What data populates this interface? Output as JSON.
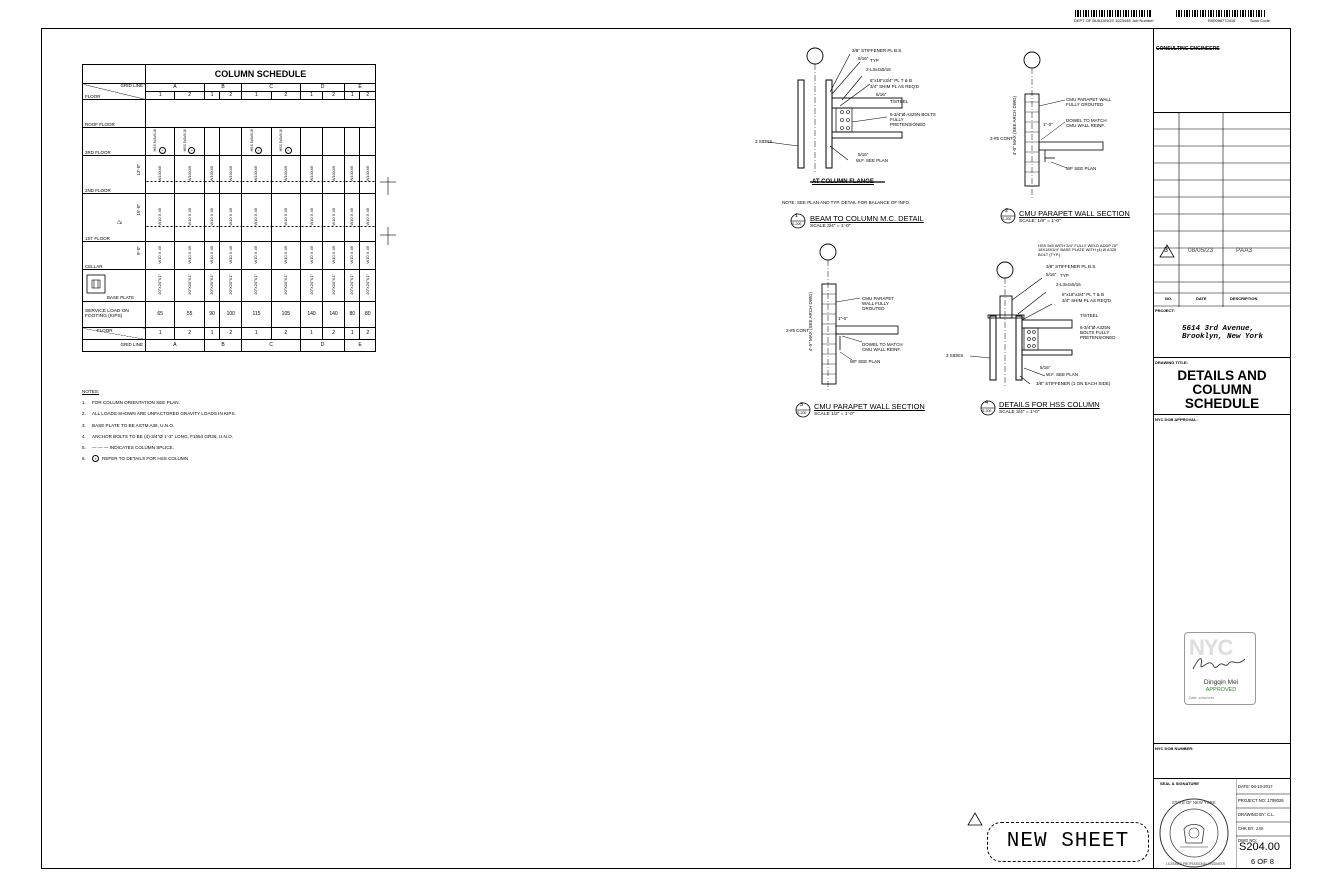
{
  "header": {
    "barcode_left_caption": "DEPT OF BUILDINGS 1023448",
    "barcode_left_label": "Job Number",
    "barcode_right_caption": "R00088772418",
    "barcode_right_label": "Scan Code"
  },
  "schedule": {
    "title": "COLUMN SCHEDULE",
    "grid_line_label": "GRID LINE",
    "floor_label": "FLOOR",
    "grid_letters": [
      "A",
      "B",
      "C",
      "D",
      "E"
    ],
    "sub_numbers": [
      "1",
      "2",
      "1",
      "2",
      "1",
      "2",
      "1",
      "2",
      "1",
      "2"
    ],
    "rows": {
      "roof": "ROOF FLOOR",
      "third": "3RD FLOOR",
      "second": "2ND FLOOR",
      "first": "1ST FLOOR",
      "cellar": "CELLAR",
      "base": "BASE PLATE",
      "service": "SERVICE LOAD ON FOOTING (KIPS)"
    },
    "hss_cells": [
      "HSS 5x5x5/16",
      "HSS 5x5x5/16",
      "",
      "",
      "HSS 5x5x5/16",
      "HSS 5x5x5/16",
      "",
      "",
      "",
      ""
    ],
    "second_floor_cells": [
      "W10X49",
      "W10X49",
      "W10X49",
      "W10X49",
      "W10X49",
      "W10X49",
      "W10X49",
      "W10X49",
      "W10X49",
      "W10X49"
    ],
    "first_floor_cells": [
      "W10 X 49",
      "W10 X 49",
      "W10 X 49",
      "W10 X 49",
      "W10 X 49",
      "W10 X 49",
      "W10 X 49",
      "W10 X 49",
      "W10 X 49",
      "W10 X 49"
    ],
    "cellar_cells": [
      "W10 X 49",
      "W10 X 49",
      "W10 X 49",
      "W10 X 49",
      "W10 X 49",
      "W10 X 49",
      "W10 X 49",
      "W10 X 49",
      "W10 X 49",
      "W10 X 49"
    ],
    "base_plate_cells": [
      "20\"X20\"X1\"",
      "20\"X20\"X1\"",
      "20\"X20\"X1\"",
      "20\"X20\"X1\"",
      "20\"X20\"X1\"",
      "20\"X20\"X1\"",
      "20\"X20\"X1\"",
      "20\"X20\"X1\"",
      "20\"X20\"X1\"",
      "20\"X20\"X1\""
    ],
    "service_loads": [
      "65",
      "55",
      "90",
      "100",
      "115",
      "105",
      "140",
      "140",
      "80",
      "80"
    ],
    "height_labels": [
      "13'-0\"",
      "15'-0\"",
      "9'-0\""
    ],
    "revision_mark": "2"
  },
  "notes": {
    "heading": "NOTES:",
    "items": [
      {
        "num": "1.",
        "text": "FOR COLUMN ORIENTATION SEE PLAN."
      },
      {
        "num": "2.",
        "text": "ALL LOADS SHOWN ARE UNFACTORED GRAVITY LOADS IN KIPS."
      },
      {
        "num": "3.",
        "text": "BASE PLATE TO BE ASTM A36, U.N.O."
      },
      {
        "num": "4.",
        "text": "ANCHOR BOLTS TO BE (4)-3/4\"Ø 1'-3\" LONG,  F1554 GR36, U.N.O."
      },
      {
        "num": "5.",
        "text": "— — — INDICATES COLUMN SPLICE."
      },
      {
        "num": "6.",
        "text": "REFER TO DETAILS FOR HSS COLUMN"
      }
    ]
  },
  "details": {
    "d1": {
      "num": "1",
      "sheet": "S-200",
      "title": "BEAM TO COLUMN M.C. DETAIL",
      "scale": "SCALE 3/4\" = 1'-0\"",
      "note": "NOTE: SEE PLAN AND TYP. DETAIL FOR BALANCE OF INFO.",
      "sub": "AT COLUMN FLANGE",
      "callouts": [
        "3/8\" STIFFENER PL B.S.",
        "5/16\"",
        "TYP",
        "2-L3x4x5/16",
        "6\"x18\"x3/4\" PL T & B",
        "3/4\" SHIM PL AS REQ'D",
        "5/16\"",
        "T/STEEL",
        "6-3/4\"Ø A325N BOLTS FULLY PRETENSIONED",
        "3 SIDES",
        "5/16\"",
        "W.F. SEE PLAN"
      ]
    },
    "d2": {
      "num": "2",
      "sheet": "S-200",
      "title": "CMU PARAPET WALL SECTION",
      "scale": "SCALE: 1/8\" = 1'-0\"",
      "callouts": [
        "CMU PARAPET WALL FULLY GROUTED",
        "DOWEL TO MATCH CMU WALL REINF.",
        "2-#5 CONT.",
        "1\"-0\"",
        "WF SEE PLAN",
        "4'-0\" MAX (SEE ARCH DWG)"
      ]
    },
    "d3": {
      "num": "3",
      "sheet": "S-200",
      "title": "CMU PARAPET WALL SECTION",
      "scale": "SCALE 1/2\" = 1'-0\"",
      "callouts": [
        "CMU PARAPET WALL FULLY GROUTED",
        "1\"-0\"",
        "2-#5 CONT.",
        "DOWEL TO MATCH CMU WALL REINF.",
        "WF SEE PLAN",
        "4'-0\" MAX (SEE ARCH DWG)"
      ]
    },
    "d4": {
      "num": "4",
      "sheet": "S-200",
      "title": "DETAILS FOR HSS COLUMN",
      "scale": "SCALE 3/4\" = 1'-0\"",
      "callouts": [
        "HSS 5x5 WITH 3/4\" FULLY WELD ADDP OF 18X18X3/4\" BASE PLATE WITH (4) Ø A325 BOLT (TYP.)",
        "3/8\" STIFFENER PL B.S.",
        "5/16\"",
        "TYP",
        "2-L3x4x5/16",
        "6\"x18\"x3/4\" PL T & B",
        "3/4\" SHIM PL AS REQ'D",
        "T/STEEL",
        "6-3/4\"Ø A325N BOLTS FULLY PRETENSIONED",
        "3 SIDES",
        "5/16\"",
        "W.F. SEE PLAN",
        "3/8\" STIFFENER (1 ON EACH SIDE)"
      ]
    },
    "centerline": "℄"
  },
  "title_block": {
    "firm_name": "CONSULTING ENGINEERS",
    "revision": {
      "num": "3",
      "date": "08/05/23",
      "desc": "PAA3"
    },
    "rev_headers": {
      "no": "NO.",
      "date": "DATE",
      "desc": "DESCRIPTION"
    },
    "project_label": "PROJECT:",
    "address_line1": "5614 3rd Avenue,",
    "address_line2": "Brooklyn, New York",
    "drawing_title_label": "DRAWING TITLE:",
    "drawing_title_lines": [
      "DETAILS AND",
      "COLUMN",
      "SCHEDULE"
    ],
    "dob_approval_label": "NYC DOB APPROVAL:",
    "stamp": {
      "logo": "NYC",
      "name": "Dingqin Mei",
      "status": "APPROVED",
      "caption": "Date: xx/xx/xxxx"
    },
    "dob_number_label": "NYC DOB NUMBER:",
    "seal_label": "SEAL & SIGNATURE",
    "seal_text": "STATE OF NEW YORK",
    "seal_bottom": "LICENSED PROFESSIONAL ENGINEER",
    "date_label": "DATE:",
    "date_value": "04-10-2017",
    "project_no_label": "PROJECT NO:",
    "project_no_value": "1708026",
    "drawing_by_label": "DRAWING BY:",
    "drawing_by_value": "C.L.",
    "chk_by_label": "CHK BY:",
    "chk_by_value": "J.W.",
    "dwg_no_label": "DWG NO:",
    "dwg_no_value": "S204.00",
    "sheet_count": "6 OF 8"
  },
  "new_sheet": "NEW SHEET"
}
